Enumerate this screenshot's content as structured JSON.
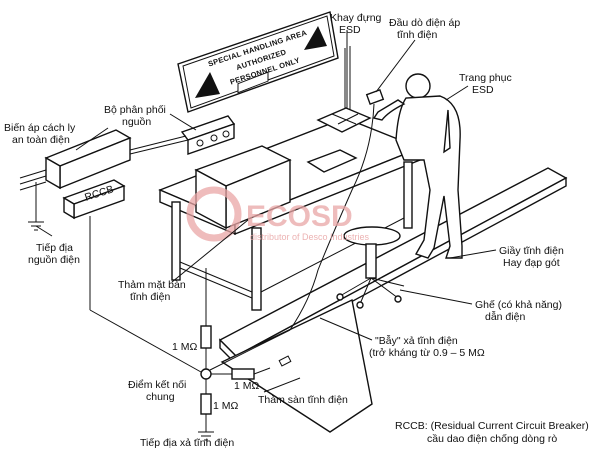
{
  "sign": {
    "line1": "SPECIAL HANDLING AREA",
    "line2": "AUTHORIZED",
    "line3": "PERSONNEL ONLY"
  },
  "labels": {
    "khay1": "Khay đựng",
    "khay2": "ESD",
    "dau1": "Đầu dò điện áp",
    "dau2": "tĩnh điện",
    "trang1": "Trang phục",
    "trang2": "ESD",
    "bien1": "Biến áp cách ly",
    "bien2": "an toàn điện",
    "bo1": "Bộ phân phối",
    "bo2": "nguồn",
    "rccb_box": "RCCB",
    "tiep1": "Tiếp địa",
    "tiep2": "nguồn điện",
    "tham_ban1": "Thảm mặt bàn",
    "tham_ban2": "tĩnh điện",
    "giay1": "Giầy tĩnh điện",
    "giay2": "Hay đạp gót",
    "ghe1": "Ghế (có khả năng)",
    "ghe2": "dẫn điện",
    "bay1": "\"Bẫy\" xả tĩnh điện",
    "bay2": "(trở kháng từ 0.9 – 5 MΩ",
    "r_top": "1 MΩ",
    "r_right": "1 MΩ",
    "r_bottom": "1 MΩ",
    "diem1": "Điểm kết nối",
    "diem2": "chung",
    "tham_san": "Thảm sàn tĩnh điện",
    "tiep_xa": "Tiếp địa xả tĩnh điện",
    "rccb_note1": "RCCB:  (Residual Current Circuit Breaker)",
    "rccb_note2": "cầu dao điện chống dòng rò"
  },
  "watermark": {
    "brand": "ECOSD",
    "tagline": "distributor of Desco Industries"
  },
  "colors": {
    "line": "#111111",
    "watermark": "#e9a6a6"
  }
}
